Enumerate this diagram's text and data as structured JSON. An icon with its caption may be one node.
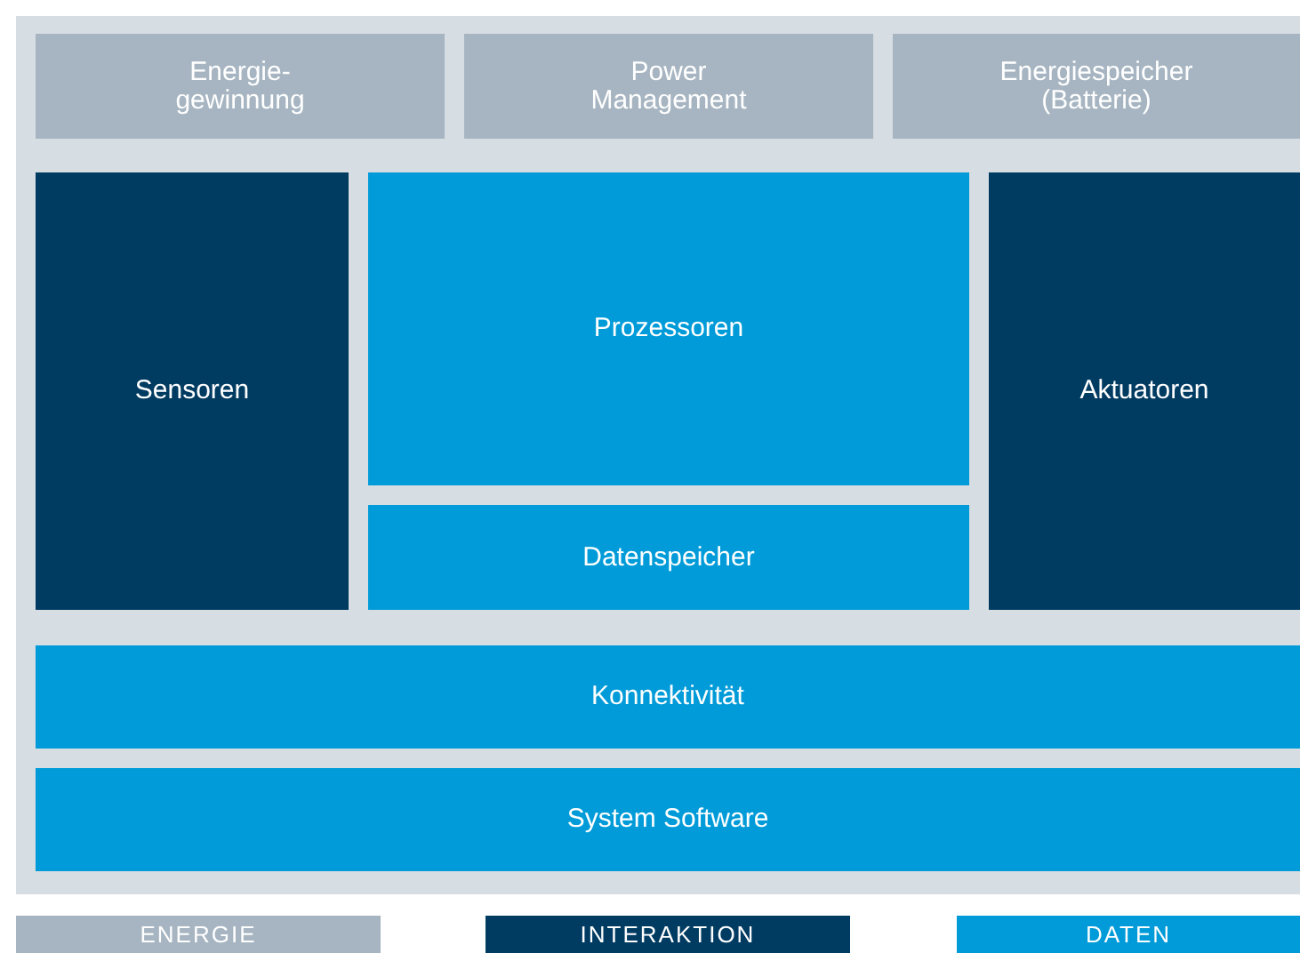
{
  "diagram": {
    "nodes": [
      {
        "text": [
          "Energie- gewinnung"
        ]
      },
      {
        "text": [
          "Power Management"
        ]
      },
      {
        "text": [
          "Energiespeicher (Batterie)"
        ]
      },
      {
        "text": [
          "Sensoren"
        ]
      },
      {
        "text": [
          "Prozessoren"
        ]
      },
      {
        "text": [
          "Datenspeicher"
        ]
      },
      {
        "text": [
          "Aktuatoren"
        ]
      },
      {
        "text": [
          "Konnektivität"
        ]
      },
      {
        "text": [
          "System Software"
        ]
      }
    ],
    "edges": [],
    "legend": [
      {
        "text": "ENERGIE",
        "color": "#a6b5c1"
      },
      {
        "text": "INTERAKTION",
        "color": "#003b62"
      },
      {
        "text": "DATEN",
        "color": "#009bd8"
      }
    ]
  }
}
